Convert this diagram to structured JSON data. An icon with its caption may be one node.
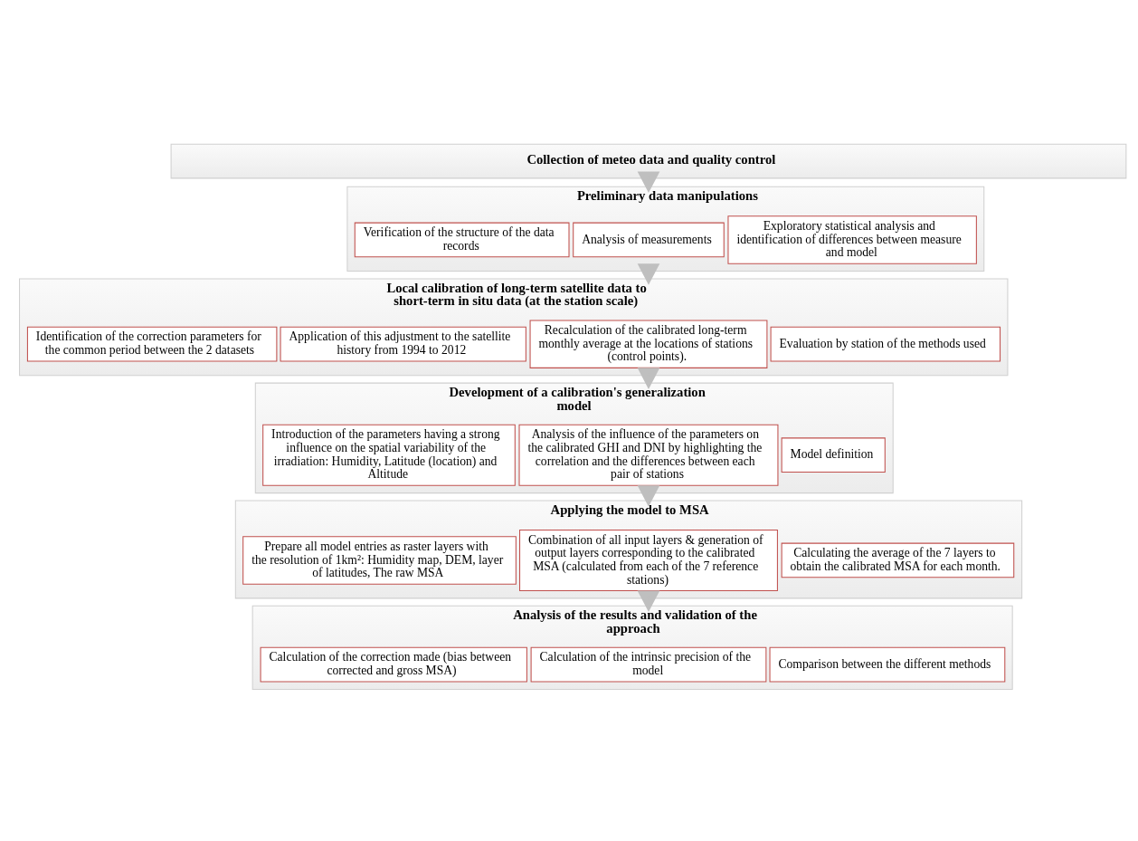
{
  "diagram": {
    "nodes": [
      {
        "text": [
          "Collection of meteo data and quality control"
        ]
      },
      {
        "text": [
          "Preliminary data manipulations"
        ]
      },
      {
        "text": [
          "Verification of the structure of the data records"
        ],
        "in": 1
      },
      {
        "text": [
          "Analysis of measurements"
        ],
        "in": 1
      },
      {
        "text": [
          "Exploratory statistical analysis and identification of differences between measure and model"
        ],
        "in": 1
      },
      {
        "text": [
          "Local calibration of long-term satellite data to short-term in situ data (at the station scale)"
        ]
      },
      {
        "text": [
          "Identification of the correction parameters for the common period between the 2 datasets"
        ],
        "in": 5
      },
      {
        "text": [
          "Application of this adjustment to the satellite history from 1994 to 2012"
        ],
        "in": 5
      },
      {
        "text": [
          "Recalculation of the calibrated long-term monthly average at the locations of stations (control points)."
        ],
        "in": 5
      },
      {
        "text": [
          "Evaluation by station of the methods used"
        ],
        "in": 5
      },
      {
        "text": [
          "Development of a calibration's generalization model"
        ]
      },
      {
        "text": [
          "Introduction of the parameters having a strong influence on the spatial variability of the irradiation: Humidity, Latitude (location) and Altitude"
        ],
        "in": 10
      },
      {
        "text": [
          "Analysis of the influence of the parameters on the calibrated GHI and DNI by highlighting the correlation and the differences between each pair of stations"
        ],
        "in": 10
      },
      {
        "text": [
          "Model definition"
        ],
        "in": 10
      },
      {
        "text": [
          "Applying the model to MSA"
        ]
      },
      {
        "text": [
          "Prepare all model entries as raster layers with the resolution of 1km²: Humidity map, DEM, layer of latitudes, The raw MSA"
        ],
        "in": 14
      },
      {
        "text": [
          "Combination of all input layers & generation of output layers corresponding to the calibrated MSA (calculated from each of the 7 reference stations)"
        ],
        "in": 14
      },
      {
        "text": [
          "Calculating the average of the 7 layers to obtain the calibrated MSA for each month."
        ],
        "in": 14
      },
      {
        "text": [
          "Analysis of the results and validation of the approach"
        ]
      },
      {
        "text": [
          "Calculation of the correction made (bias between corrected and gross MSA)"
        ],
        "in": 18
      },
      {
        "text": [
          "Calculation of the intrinsic precision of the model"
        ],
        "in": 18
      },
      {
        "text": [
          "Comparison between the different methods"
        ],
        "in": 18
      }
    ],
    "edges": [
      {
        "from": 0,
        "to": 1,
        "arrow": "to"
      },
      {
        "from": 1,
        "to": 5,
        "arrow": "to"
      },
      {
        "from": 5,
        "to": 10,
        "arrow": "to"
      },
      {
        "from": 10,
        "to": 14,
        "arrow": "to"
      },
      {
        "from": 14,
        "to": 18,
        "arrow": "to"
      }
    ]
  }
}
